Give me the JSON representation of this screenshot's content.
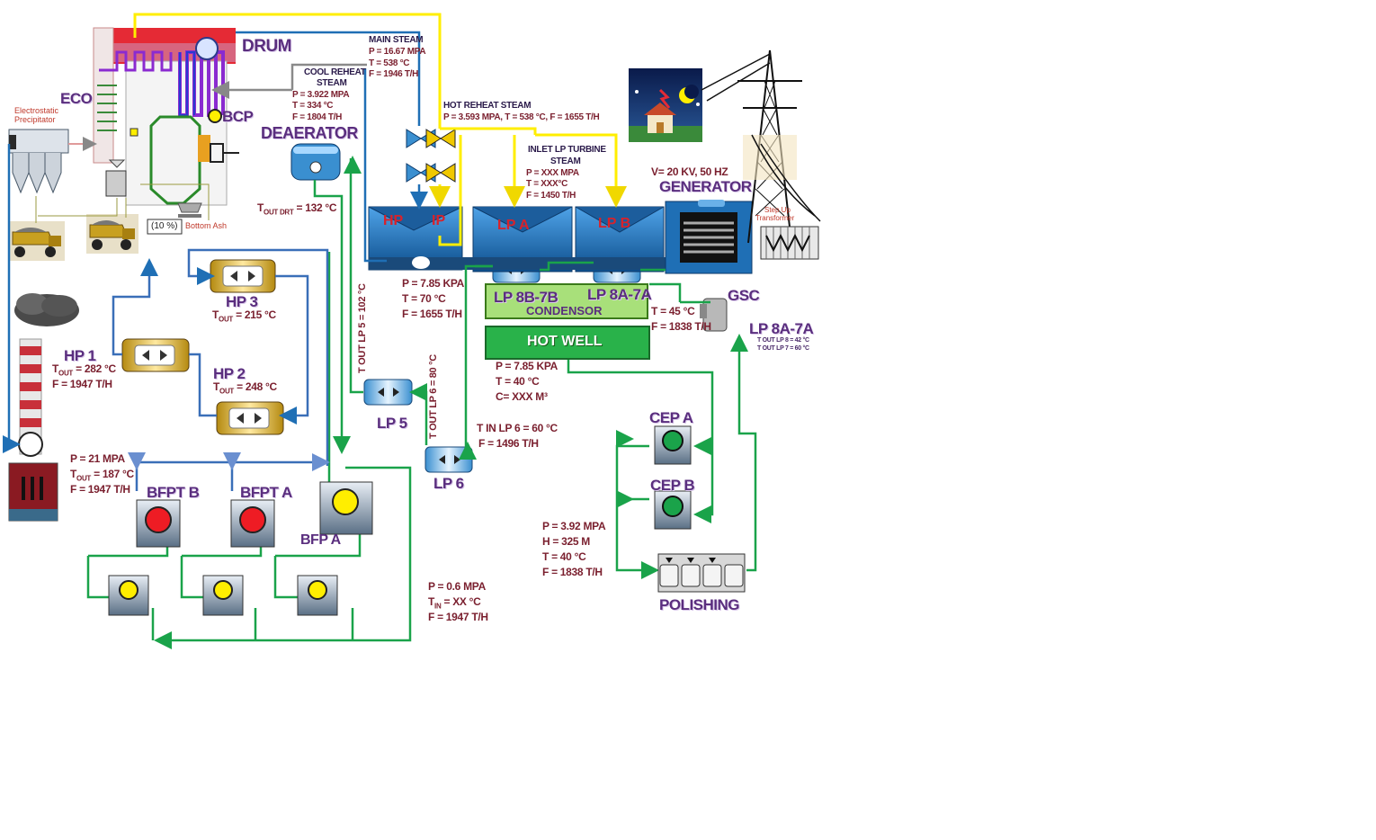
{
  "equipment": {
    "drum": "DRUM",
    "eco": "ECO",
    "bcp": "BCP",
    "deaerator": "DEAERATOR",
    "generator": "GENERATOR",
    "gsc": "GSC",
    "hp3": "HP 3",
    "hp1": "HP 1",
    "hp2": "HP 2",
    "lp5": "LP 5",
    "lp6": "LP 6",
    "lp8b7b": "LP 8B-7B",
    "lp8a7a_top": "LP 8A-7A",
    "lp8a7a_right": "LP 8A-7A",
    "condensor": "CONDENSOR",
    "hot_well": "HOT WELL",
    "cep_a": "CEP A",
    "cep_b": "CEP B",
    "polishing": "POLISHING",
    "bfpt_b": "BFPT B",
    "bfpt_a": "BFPT A",
    "bfp_a": "BFP A",
    "electrostatic": [
      "Electrostatic",
      "Precipitator"
    ],
    "bottom_ash": "Bottom Ash",
    "ten_pct": "(10 %)",
    "step_up": [
      "Step Up",
      "Transformer"
    ]
  },
  "turbines": {
    "hp": "HP",
    "ip": "IP",
    "lpa": "LP A",
    "lpb": "LP B"
  },
  "streams": {
    "main_steam": [
      "MAIN STEAM",
      "P = 16.67 MPA",
      "T = 538 °C",
      "F = 1946 T/H"
    ],
    "cool_reheat": [
      "COOL REHEAT",
      "STEAM",
      "P = 3.922 MPA",
      "T = 334 °C",
      "F = 1804 T/H"
    ],
    "hot_reheat": [
      "HOT REHEAT STEAM",
      "P = 3.593 MPA, T = 538 °C, F = 1655 T/H"
    ],
    "inlet_lp": [
      "INLET LP TURBINE",
      "STEAM",
      "P = XXX MPA",
      "T = XXX°C",
      "F = 1450 T/H"
    ],
    "generator_v": "V= 20 KV, 50 HZ",
    "deaerator_t": "T",
    "deaerator_t_sub": "OUT DRT",
    "deaerator_t_val": "= 132 °C",
    "hp_exhaust": [
      "P = 7.85 KPA",
      "T = 70 °C",
      "F = 1655 T/H"
    ],
    "gsc_out": [
      "T = 45 °C",
      "F = 1838 T/H"
    ],
    "lp8a7a_temps": [
      "T OUT LP 8 = 42 °C",
      "T OUT LP 7 = 60 °C"
    ],
    "hotwell": [
      "P = 7.85 KPA",
      "T = 40 °C",
      "C= XXX M³"
    ],
    "hp3_tout": "= 215 °C",
    "hp1_tout": "= 282 °C",
    "hp1_flow": "F = 1947 T/H",
    "hp2_tout": "= 248 °C",
    "lp5_tout": "T OUT LP 5 = 102 °C",
    "lp6_tout": "T OUT LP 6 = 80 °C",
    "lp6_tin": [
      "T IN LP 6 = 60 °C",
      "F = 1496 T/H"
    ],
    "bfp": [
      "P = 21 MPA",
      "= 187 °C",
      "F = 1947 T/H"
    ],
    "cep": [
      "P = 3.92 MPA",
      "H = 325 M",
      "T = 40 °C",
      "F = 1838 T/H"
    ],
    "booster": [
      "P = 0.6 MPA",
      "= XX °C",
      "F = 1947 T/H"
    ],
    "t": "T",
    "out": "OUT",
    "in": "IN"
  },
  "colors": {
    "steam_main": "#1f6fb5",
    "steam_hot": "#ffee00",
    "condensate": "#1aa34a",
    "feedwater": "#4a7fc0",
    "label": "#5a2e7e",
    "param": "#7a1f2e",
    "turbine": "#1f6fb5"
  }
}
